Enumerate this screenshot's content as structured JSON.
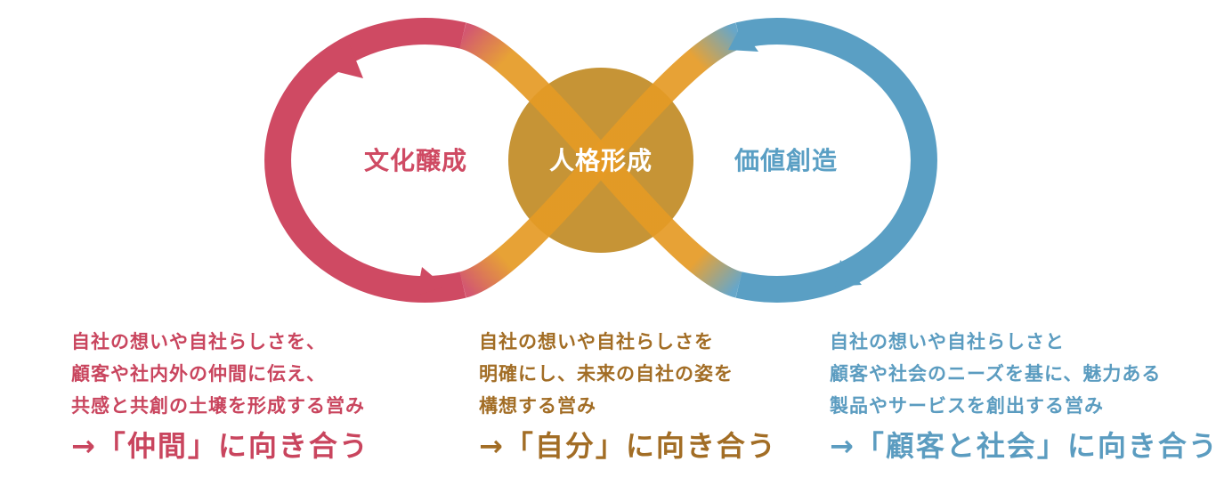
{
  "colors": {
    "red": "#cf4a63",
    "blue": "#5a9fc4",
    "orange": "#e59a24",
    "center_circle": "#c69436",
    "left_text": "#c9455e",
    "center_text": "#a26d25",
    "right_text": "#5b9cc0"
  },
  "diagram": {
    "left_label": "文化醸成",
    "center_label": "人格形成",
    "right_label": "価値創造"
  },
  "columns": [
    {
      "lines": [
        "自社の想いや自社らしさを、",
        "顧客や社内外の仲間に伝え、",
        "共感と共創の土壌を形成する営み"
      ],
      "tagline": "→「仲間」に向き合う"
    },
    {
      "lines": [
        "自社の想いや自社らしさを",
        "明確にし、未来の自社の姿を",
        "構想する営み"
      ],
      "tagline": "→「自分」に向き合う"
    },
    {
      "lines": [
        "自社の想いや自社らしさと",
        "顧客や社会のニーズを基に、魅力ある",
        "製品やサービスを創出する営み"
      ],
      "tagline": "→「顧客と社会」に向き合う"
    }
  ]
}
